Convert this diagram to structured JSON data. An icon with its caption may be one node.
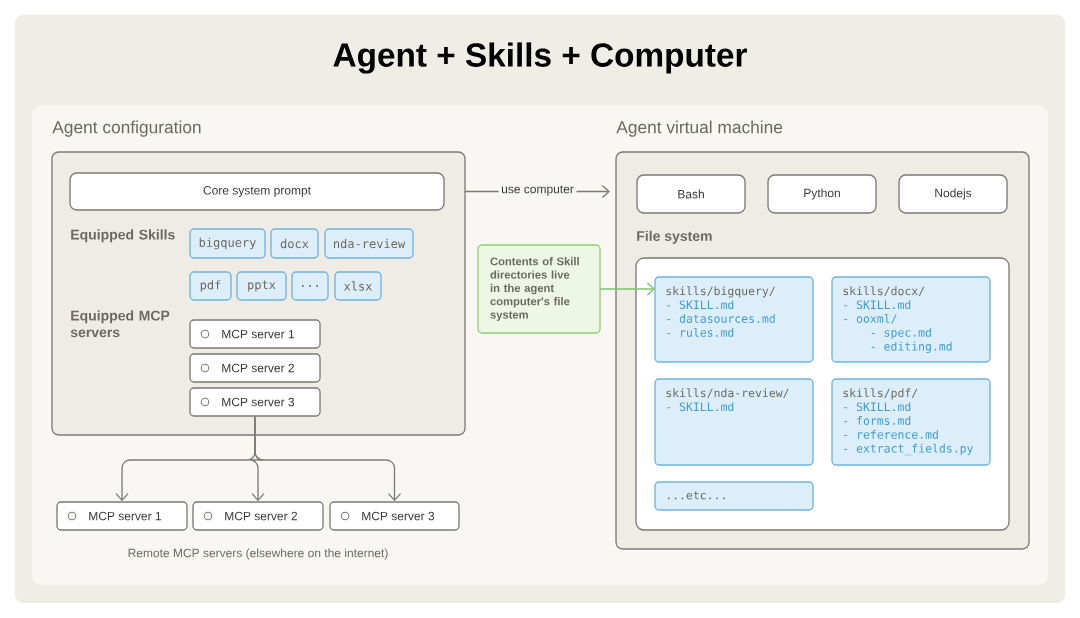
{
  "diagram": {
    "title": "Agent + Skills + Computer",
    "nodes": [
      {
        "text": [
          "Agent configuration",
          "Equipped Skills",
          "Equipped MCP servers"
        ]
      },
      {
        "text": [
          "Core system prompt"
        ],
        "in": 0
      },
      {
        "text": [
          "bigquery"
        ],
        "in": 0
      },
      {
        "text": [
          "docx"
        ],
        "in": 0
      },
      {
        "text": [
          "nda-review"
        ],
        "in": 0
      },
      {
        "text": [
          "pdf"
        ],
        "in": 0
      },
      {
        "text": [
          "pptx"
        ],
        "in": 0
      },
      {
        "text": [
          "..."
        ],
        "in": 0
      },
      {
        "text": [
          "xlsx"
        ],
        "in": 0
      },
      {
        "text": [
          "MCP server 1"
        ],
        "in": 0
      },
      {
        "text": [
          "MCP server 2"
        ],
        "in": 0
      },
      {
        "text": [
          "MCP server 3"
        ],
        "in": 0
      },
      {
        "text": [
          "Agent virtual machine"
        ]
      },
      {
        "text": [
          "Bash"
        ],
        "in": 12
      },
      {
        "text": [
          "Python"
        ],
        "in": 12
      },
      {
        "text": [
          "Nodejs"
        ],
        "in": 12
      },
      {
        "text": [
          "File system"
        ],
        "in": 12
      },
      {
        "text": [
          "skills/bigquery/",
          "- SKILL.md",
          "- datasources.md",
          "- rules.md"
        ],
        "in": 16
      },
      {
        "text": [
          "skills/docx/",
          "- SKILL.md",
          "- ooxml/",
          "- spec.md",
          "- editing.md"
        ],
        "in": 16
      },
      {
        "text": [
          "skills/nda-review/",
          "- SKILL.md"
        ],
        "in": 16
      },
      {
        "text": [
          "skills/pdf/",
          "- SKILL.md",
          "- forms.md",
          "- reference.md",
          "- extract_fields.py"
        ],
        "in": 16
      },
      {
        "text": [
          "...etc..."
        ],
        "in": 16
      },
      {
        "text": [
          "Contents of Skill directories live in the agent computer's file system"
        ]
      },
      {
        "text": [
          "MCP server 1"
        ]
      },
      {
        "text": [
          "MCP server 2"
        ]
      },
      {
        "text": [
          "MCP server 3"
        ]
      }
    ],
    "edges": [
      {
        "from": 0,
        "to": 12,
        "arrow": "to",
        "label": "use computer"
      },
      {
        "from": 22,
        "to": 17,
        "arrow": "to",
        "color": "#7cc46a"
      },
      {
        "from": 11,
        "to": 23,
        "arrow": "to"
      },
      {
        "from": 11,
        "to": 24,
        "arrow": "to"
      },
      {
        "from": 11,
        "to": 25,
        "arrow": "to"
      }
    ],
    "labels": [
      "Remote MCP servers (elsewhere on the internet)"
    ]
  }
}
